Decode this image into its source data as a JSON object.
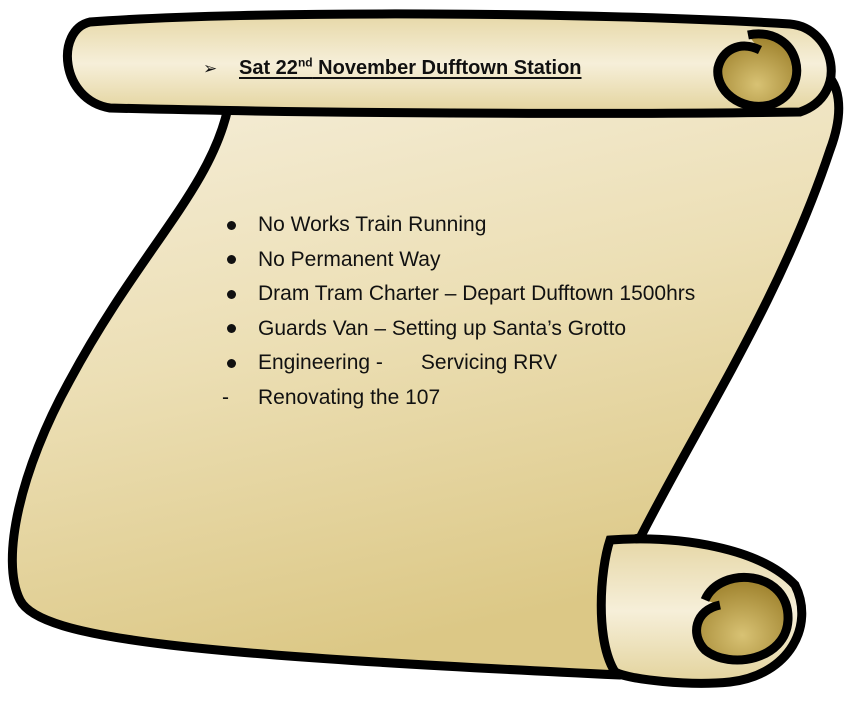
{
  "header": {
    "bullet_icon": "arrow-bullet-icon",
    "title_prefix": "Sat 22",
    "title_superscript": "nd",
    "title_suffix": " November Dufftown Station"
  },
  "items": [
    {
      "marker": "dot",
      "text": "No Works Train Running"
    },
    {
      "marker": "dot",
      "text": "No Permanent Way"
    },
    {
      "marker": "dot",
      "text": "Dram Tram Charter – Depart Dufftown 1500hrs"
    },
    {
      "marker": "dot",
      "text": "Guards Van – Setting up Santa’s Grotto"
    },
    {
      "marker": "dot",
      "text": "Engineering -",
      "text2": "Servicing RRV"
    },
    {
      "marker": "-",
      "text": "Renovating the 107"
    }
  ],
  "colors": {
    "parchment_light": "#f5edd6",
    "parchment_dark": "#d9c78a",
    "curl_dark": "#a88c34",
    "outline": "#000000"
  }
}
